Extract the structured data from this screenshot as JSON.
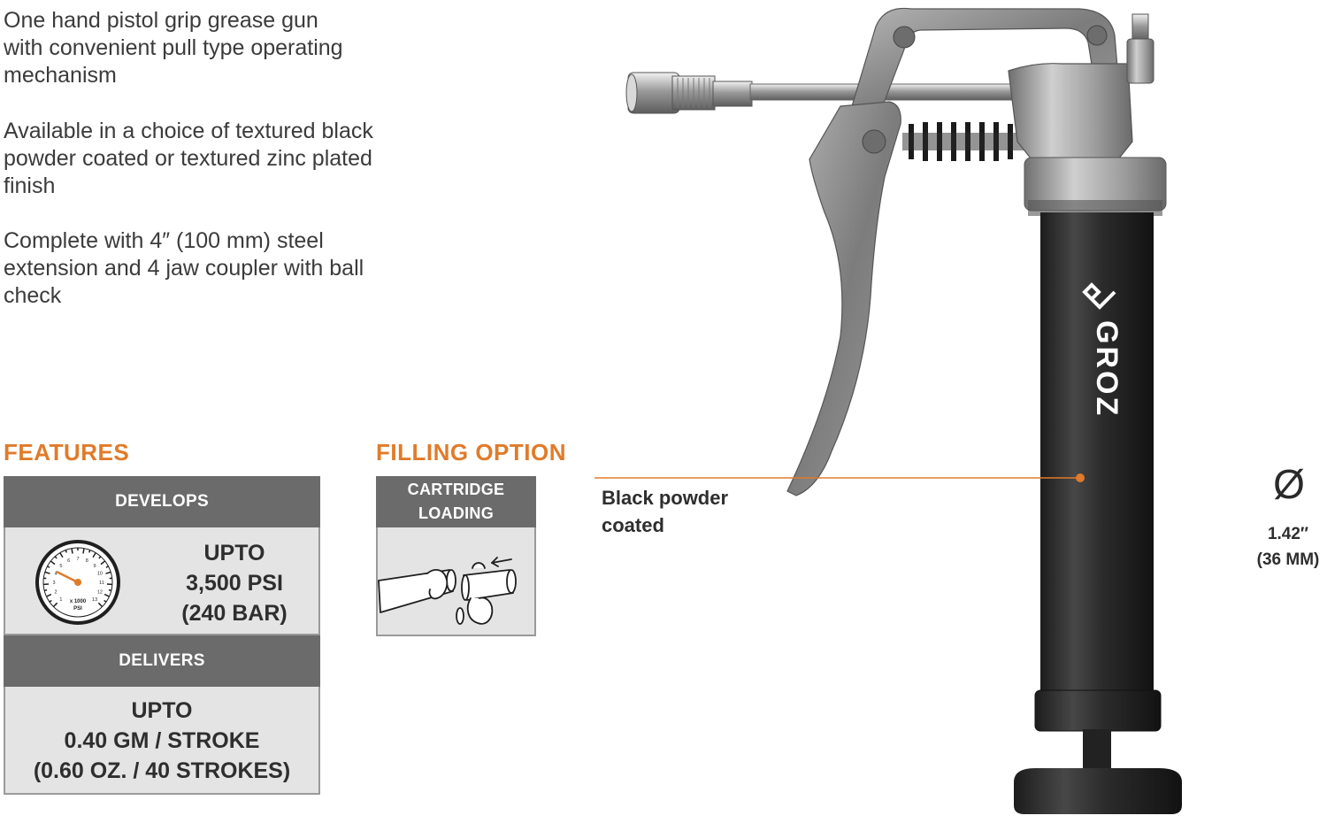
{
  "description": {
    "paragraph_1": "One hand pistol grip grease gun\nwith convenient pull type operating\nmechanism",
    "paragraph_2": "Available in a choice of textured black\npowder coated or textured zinc plated\nfinish",
    "paragraph_3": "Complete with 4″ (100 mm) steel\nextension and 4 jaw coupler with ball\ncheck"
  },
  "features": {
    "heading": "FEATURES",
    "develops_label": "DEVELOPS",
    "develops_value": "UPTO\n3,500 PSI\n(240 BAR)",
    "delivers_label": "DELIVERS",
    "delivers_value": "UPTO\n0.40 GM / STROKE\n(0.60 OZ. / 40 STROKES)",
    "gauge_unit": "x 1000",
    "gauge_unit_2": "PSI",
    "gauge_ticks": [
      "1",
      "2",
      "3",
      "4",
      "5",
      "6",
      "7",
      "8",
      "9",
      "10",
      "11",
      "12",
      "13"
    ]
  },
  "filling_option": {
    "heading": "FILLING OPTION",
    "label": "CARTRIDGE\nLOADING"
  },
  "callout": {
    "text": "Black powder\ncoated"
  },
  "dimension": {
    "symbol": "Ø",
    "value": "1.42″\n(36 MM)"
  },
  "product": {
    "brand": "GROZ"
  },
  "colors": {
    "accent": "#e07b2a",
    "panel_header": "#6b6b6b",
    "panel_body": "#e4e4e4",
    "barrel": "#2c2c2c"
  }
}
